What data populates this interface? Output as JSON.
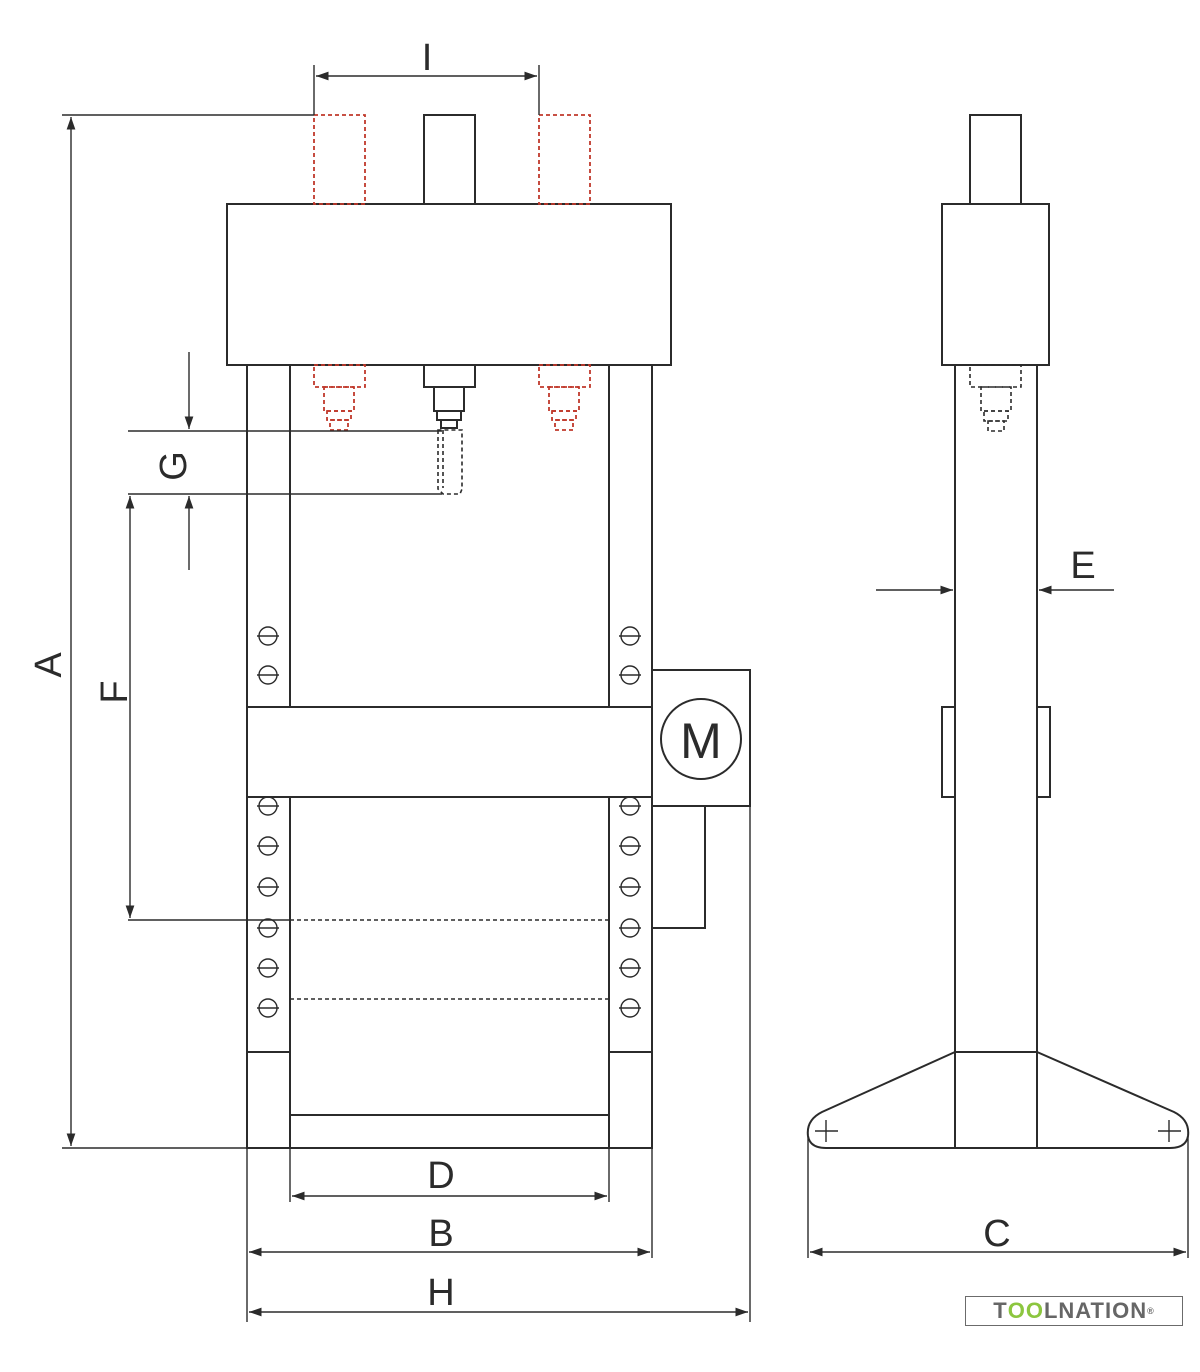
{
  "dimension_labels": {
    "A": "A",
    "B": "B",
    "C": "C",
    "D": "D",
    "E": "E",
    "F": "F",
    "G": "G",
    "H": "H",
    "I": "I"
  },
  "motor_label": "M",
  "logo": {
    "text_pre": "T",
    "text_oo": "OO",
    "text_post": "LNATION",
    "registered": "®",
    "accent_color": "#8cc63f"
  },
  "colors": {
    "line": "#2b2b2b",
    "alternate_cylinder_position": "#c0392b"
  }
}
